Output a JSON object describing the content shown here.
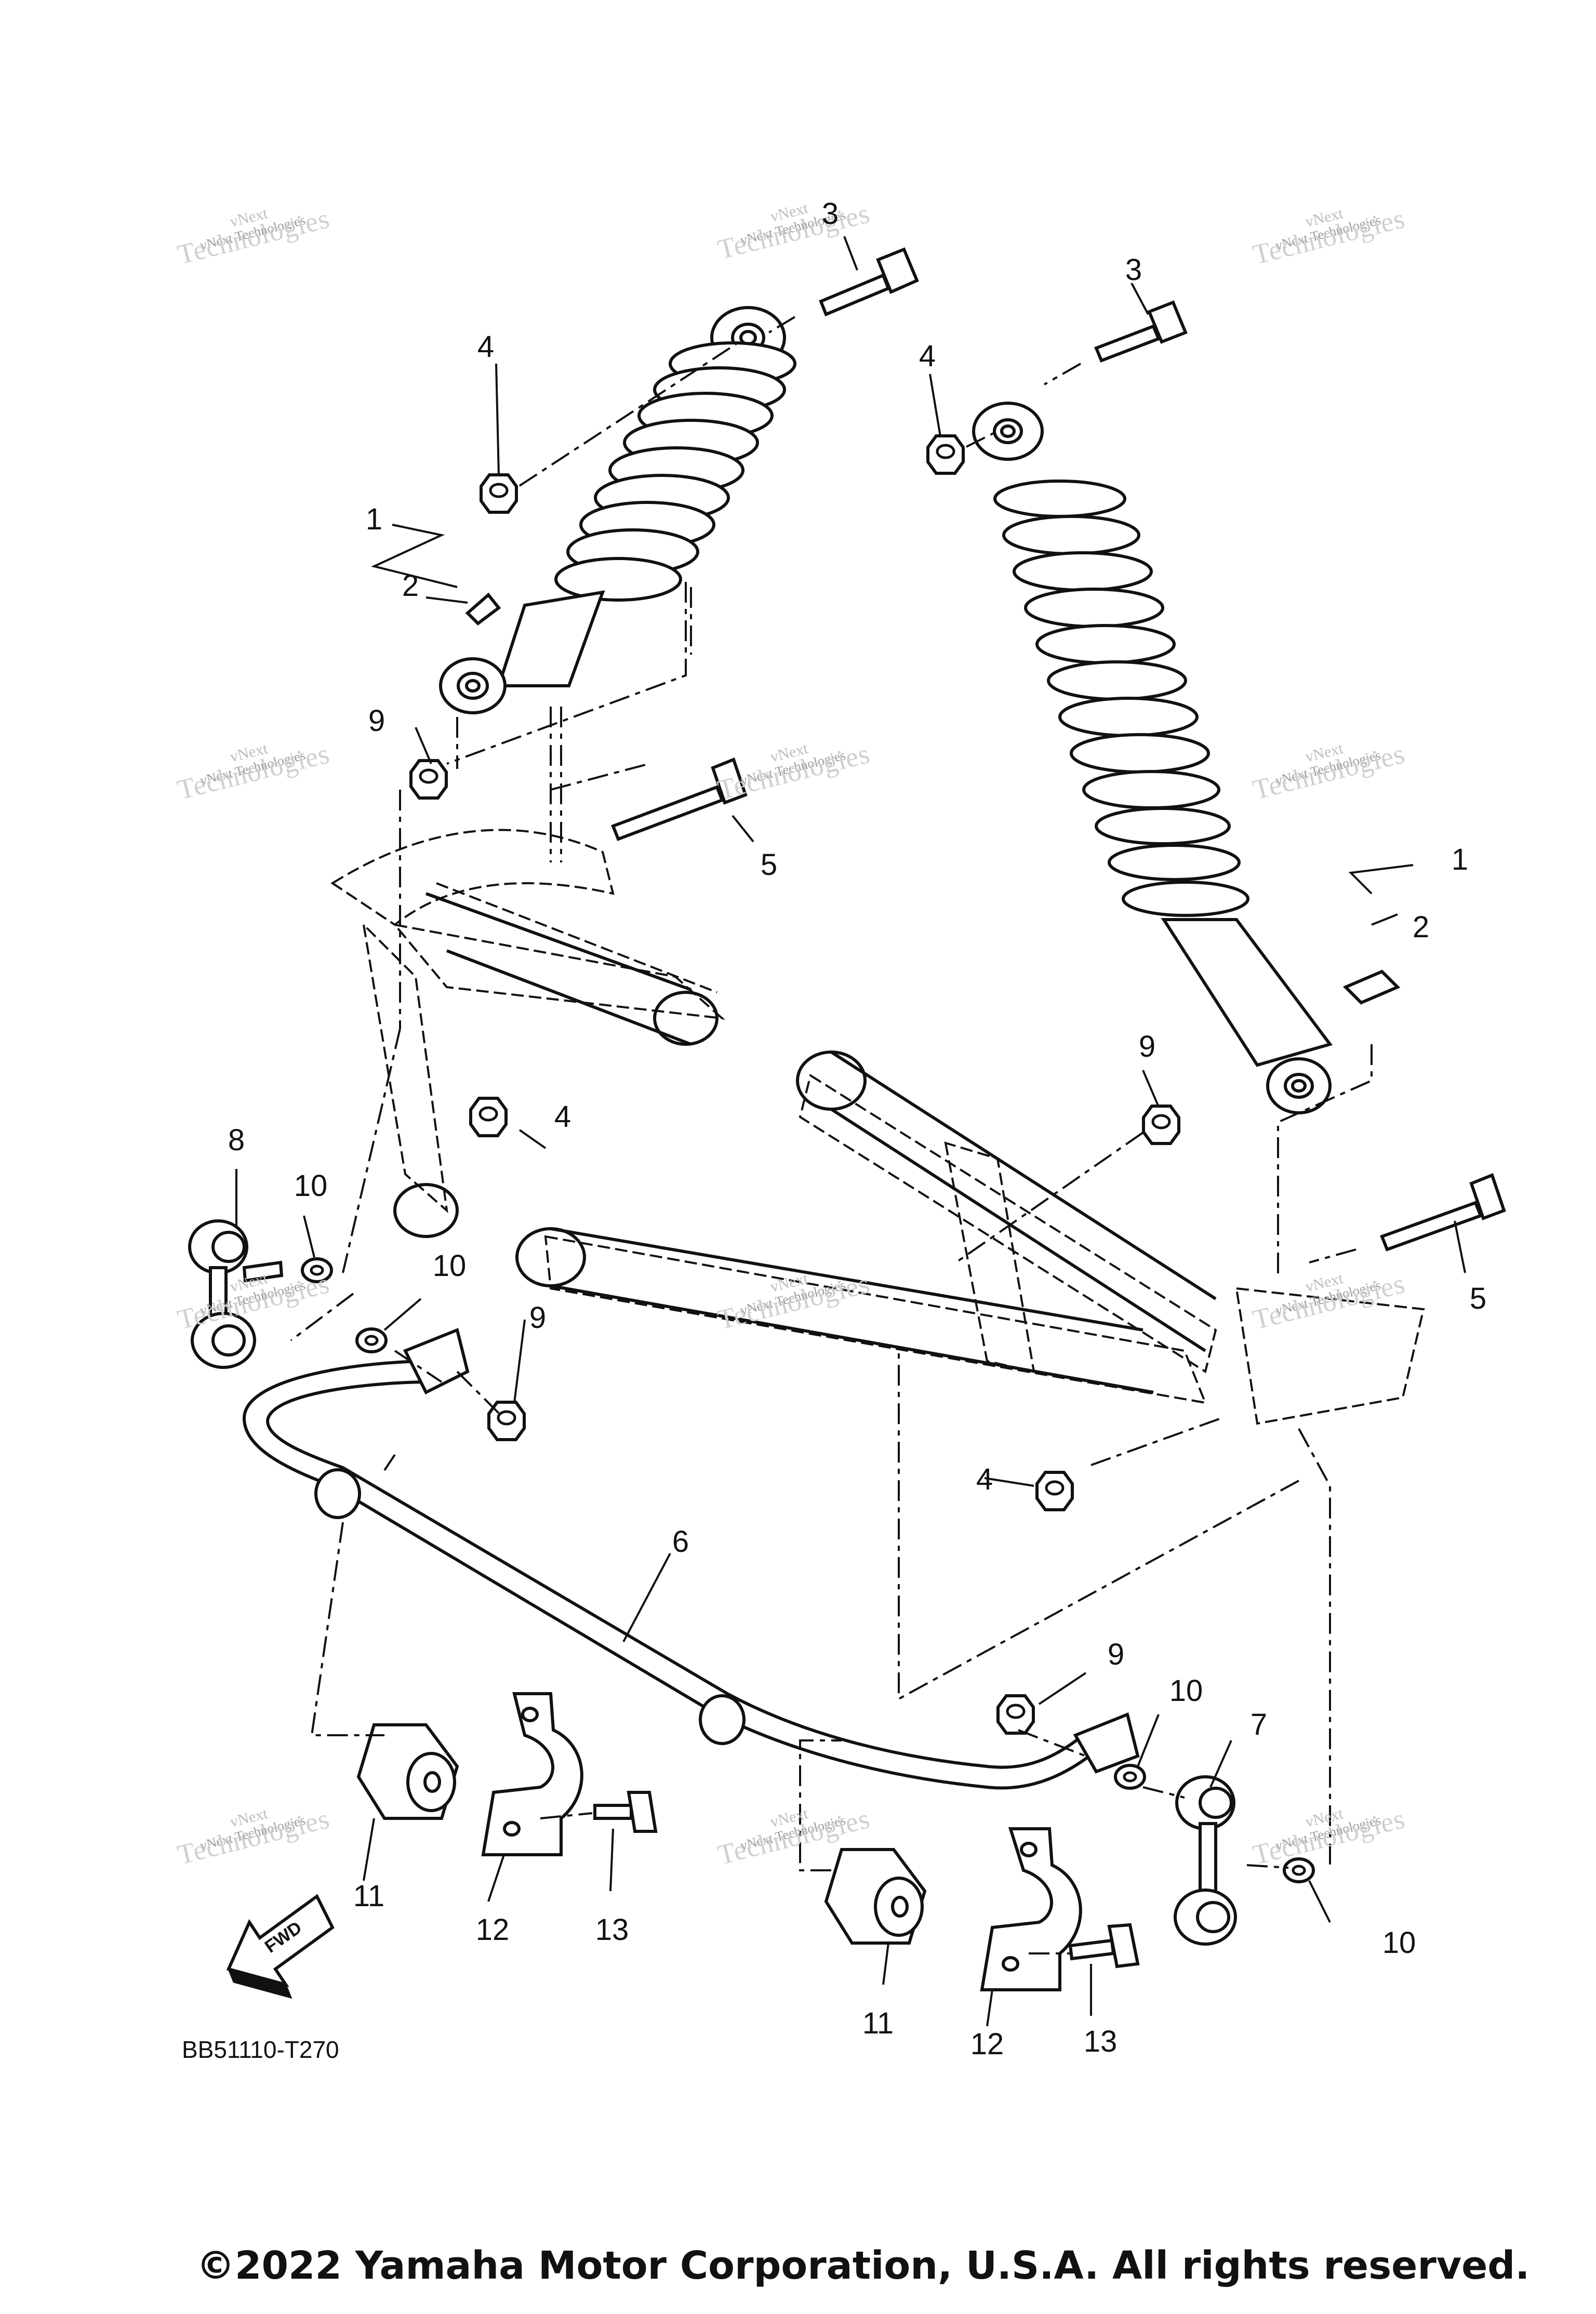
{
  "diagram_code": "BB51110-T270",
  "copyright": "©2022 Yamaha Motor Corporation, U.S.A. All rights reserved.",
  "fwd_label": "FWD",
  "watermark": {
    "line1": "vNext",
    "line2": "vNext Technologies",
    "line3": "Technologies"
  },
  "callouts": {
    "c1a": "1",
    "c1b": "1",
    "c2a": "2",
    "c2b": "2",
    "c3a": "3",
    "c3b": "3",
    "c4a": "4",
    "c4b": "4",
    "c4c": "4",
    "c4d": "4",
    "c5a": "5",
    "c5b": "5",
    "c6": "6",
    "c7": "7",
    "c8": "8",
    "c9a": "9",
    "c9b": "9",
    "c9c": "9",
    "c9d": "9",
    "c10a": "10",
    "c10b": "10",
    "c10c": "10",
    "c10d": "10",
    "c11a": "11",
    "c11b": "11",
    "c12a": "12",
    "c12b": "12",
    "c13a": "13",
    "c13b": "13"
  }
}
